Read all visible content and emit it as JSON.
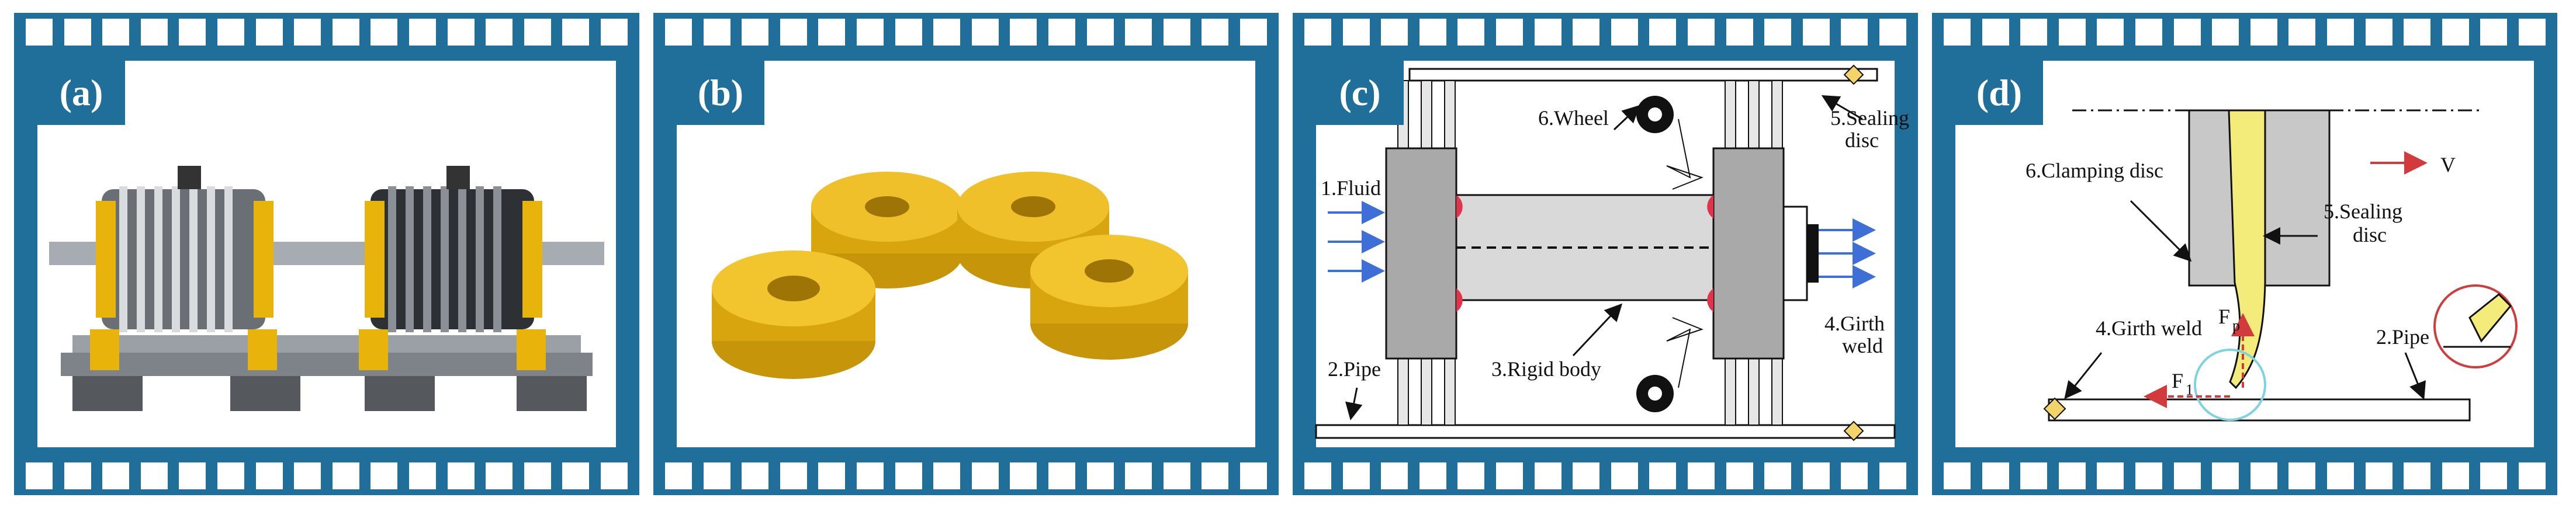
{
  "panels": [
    {
      "id": "a",
      "tag": "(a)"
    },
    {
      "id": "b",
      "tag": "(b)"
    },
    {
      "id": "c",
      "tag": "(c)",
      "labels": {
        "fluid": "1.Fluid",
        "pipe": "2.Pipe",
        "rigid_body": "3.Rigid body",
        "girth_weld_1": "4.Girth",
        "girth_weld_2": "weld",
        "sealing_disc_1": "5.Sealing",
        "sealing_disc_2": "disc",
        "wheel": "6.Wheel"
      }
    },
    {
      "id": "d",
      "tag": "(d)",
      "labels": {
        "clamping_disc": "6.Clamping disc",
        "velocity": "V",
        "sealing_disc_1": "5.Sealing",
        "sealing_disc_2": "disc",
        "girth_weld": "4.Girth weld",
        "pipe": "2.Pipe",
        "force_p": "F",
        "force_p_sub": "p",
        "force_1": "F",
        "force_1_sub": "1"
      }
    }
  ],
  "colors": {
    "frame": "#1f6f9a",
    "yellow": "#e8b40c",
    "gray": "#bdbdbd",
    "blue_arrow": "#3d6fd6",
    "red": "#d23b3b"
  }
}
